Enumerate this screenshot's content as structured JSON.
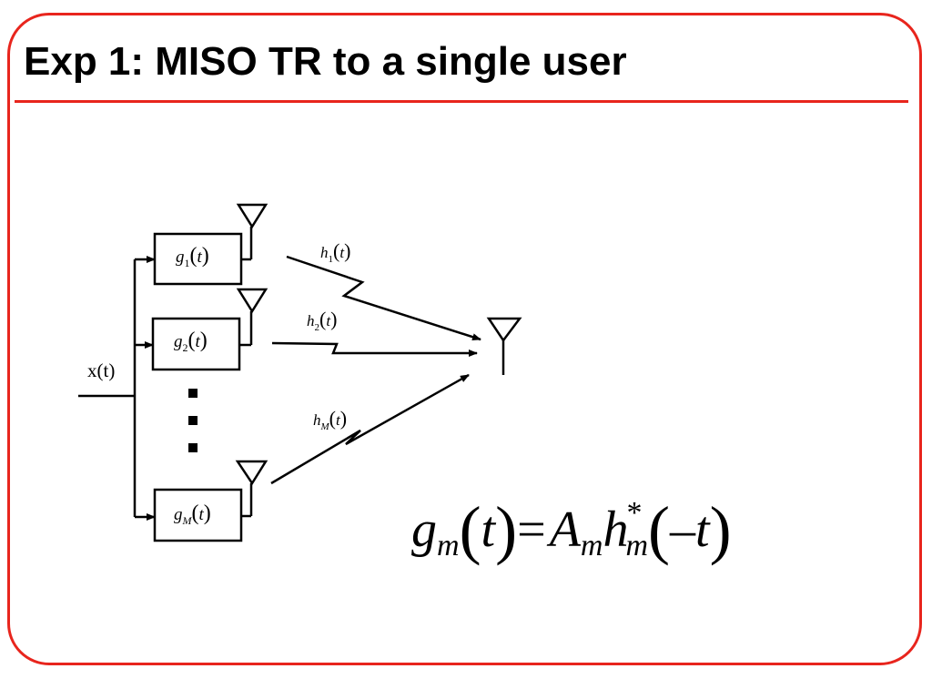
{
  "slide": {
    "title": "Exp 1: MISO TR to a single user",
    "colors": {
      "accent": "#e8251d",
      "ink": "#000000",
      "background": "#ffffff"
    }
  },
  "diagram": {
    "input_label": "x(t)",
    "filters": [
      {
        "func": "g",
        "sub": "1",
        "arg": "t"
      },
      {
        "func": "g",
        "sub": "2",
        "arg": "t"
      },
      {
        "func": "g",
        "sub": "M",
        "arg": "t"
      }
    ],
    "channels": [
      {
        "func": "h",
        "sub": "1",
        "arg": "t"
      },
      {
        "func": "h",
        "sub": "2",
        "arg": "t"
      },
      {
        "func": "h",
        "sub": "M",
        "arg": "t"
      }
    ],
    "ellipsis_icon": "vertical-dots-icon",
    "antenna_icon": "antenna-icon"
  },
  "equation": {
    "lhs_func": "g",
    "lhs_sub": "m",
    "lhs_arg": "t",
    "equals": "=",
    "amp": "A",
    "amp_sub": "m",
    "rhs_func": "h",
    "rhs_sub": "m",
    "rhs_sup": "*",
    "rhs_arg": "–t"
  }
}
